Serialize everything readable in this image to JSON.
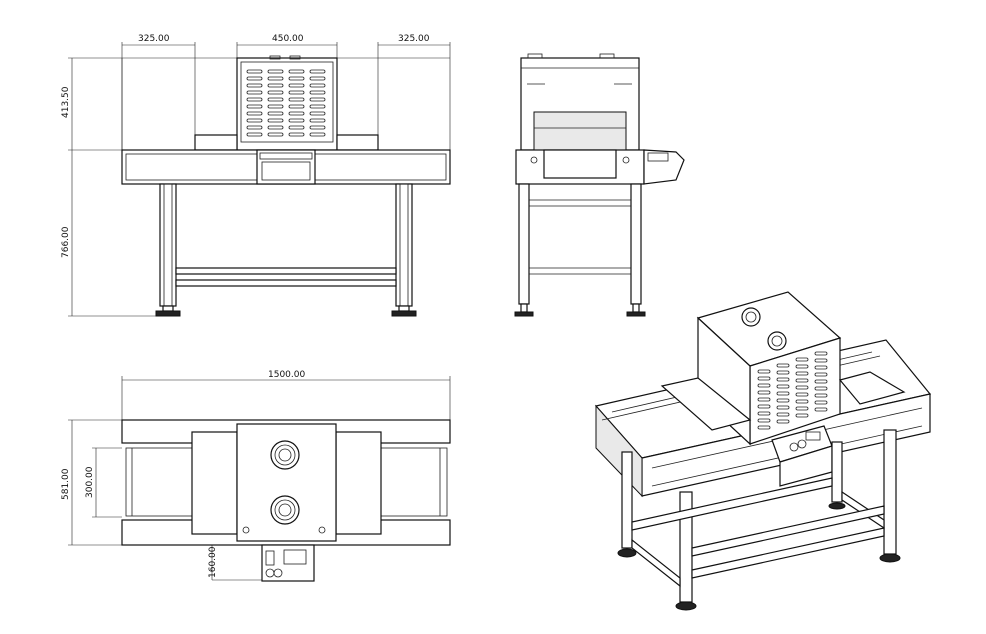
{
  "dimensions": {
    "side_left_width": "325.00",
    "center_width": "450.00",
    "side_right_width": "325.00",
    "hood_height": "413.50",
    "stand_height": "766.00",
    "total_length": "1500.00",
    "total_width": "581.00",
    "belt_width": "300.00",
    "panel_depth": "160.00"
  }
}
